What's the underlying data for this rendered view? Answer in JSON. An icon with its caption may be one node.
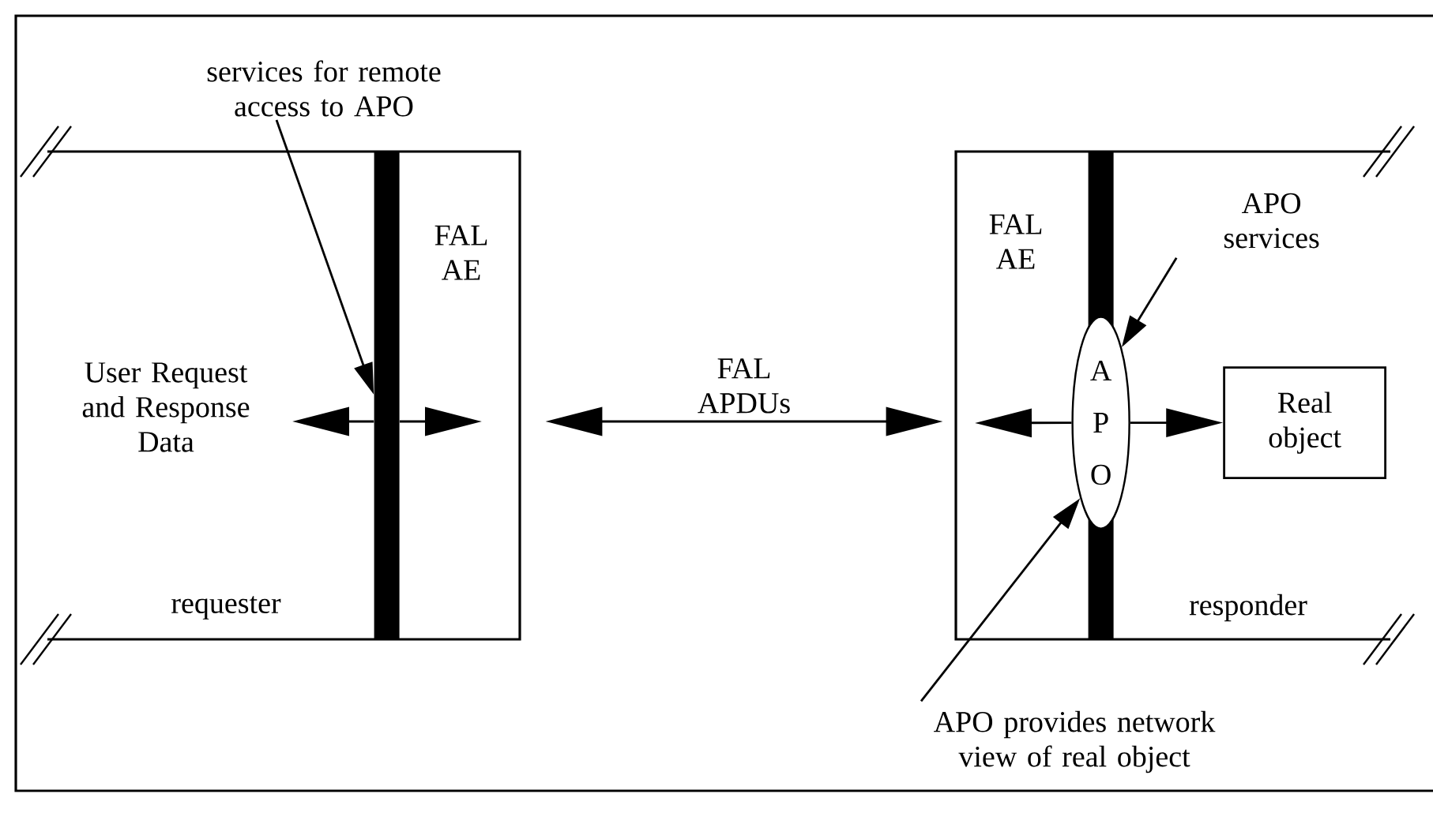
{
  "diagram": {
    "nodes": [
      {
        "text": [
          "FAL AE",
          "requester"
        ]
      },
      {
        "text": [],
        "shape": "bar",
        "in": 0
      },
      {
        "text": [
          "services for remote access to APO"
        ]
      },
      {
        "text": [
          "FAL AE",
          "responder"
        ]
      },
      {
        "text": [],
        "shape": "bar",
        "in": 3
      },
      {
        "text": [
          "A P O"
        ],
        "in": 3
      },
      {
        "text": [
          "Real object"
        ],
        "in": 3
      },
      {
        "text": [
          "APO services"
        ],
        "in": 3
      },
      {
        "text": [
          "APO provides network view of real object"
        ]
      }
    ],
    "edges": [
      {
        "from": 2,
        "to": 1,
        "arrow": "to"
      },
      {
        "from": 1,
        "to": null,
        "arrow": "to"
      },
      {
        "from": 1,
        "to": null,
        "arrow": "to"
      },
      {
        "from": 0,
        "to": 3,
        "arrow": "both",
        "label": "FAL APDUs"
      },
      {
        "from": 5,
        "to": null,
        "arrow": "to"
      },
      {
        "from": 5,
        "to": 6,
        "arrow": "to"
      },
      {
        "from": 7,
        "to": 5,
        "arrow": "to"
      },
      {
        "from": 8,
        "to": 5,
        "arrow": "to"
      }
    ],
    "labels": [
      "User Request and Response Data"
    ]
  }
}
